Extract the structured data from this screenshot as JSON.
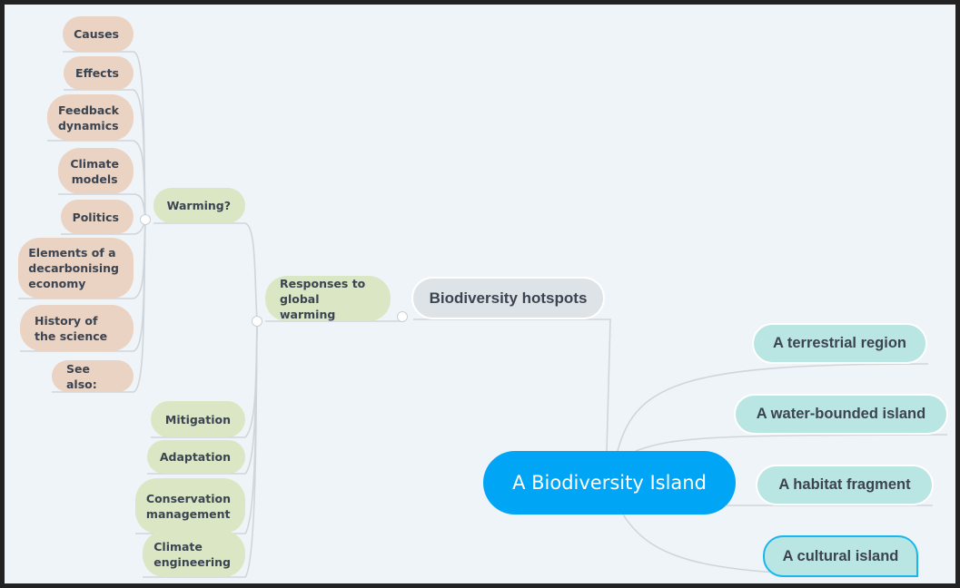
{
  "central": "A Biodiversity Island",
  "right_branches": [
    "A terrestrial region",
    "A water-bounded island",
    "A habitat fragment",
    "A cultural island"
  ],
  "hotspots": "Biodiversity hotspots",
  "responses": "Responses to global warming",
  "warming": "Warming?",
  "warming_children": [
    "Causes",
    "Effects",
    "Feedback dynamics",
    "Climate models",
    "Politics",
    "Elements of a decarbonising economy",
    "History of the science",
    "See also:"
  ],
  "responses_children": [
    "Mitigation",
    "Adaptation",
    "Conservation management",
    "Climate engineering"
  ],
  "colors": {
    "central": "#00a6f5",
    "peach": "#ebd3c4",
    "green": "#dbe6c5",
    "teal": "#b9e5e3",
    "selected_border": "#18b6ee"
  }
}
